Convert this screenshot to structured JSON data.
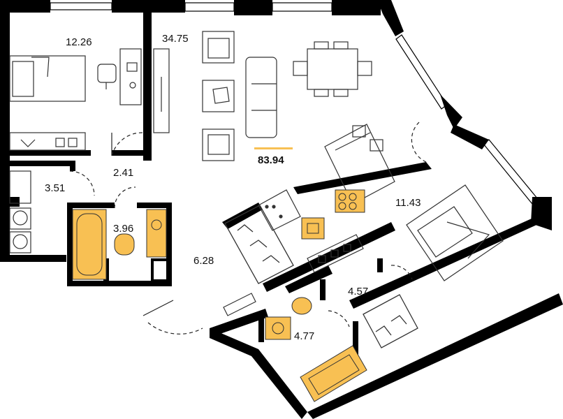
{
  "plan": {
    "total_area": "83.94",
    "colors": {
      "wall": "#000000",
      "fixture_fill": "#f8c053",
      "fixture_line": "#3a3a3a",
      "total_underline": "#f8c053"
    },
    "rooms": [
      {
        "id": "bedroom-small",
        "label": "12.26"
      },
      {
        "id": "living-room",
        "label": "34.75"
      },
      {
        "id": "hallway",
        "label": "2.41"
      },
      {
        "id": "laundry",
        "label": "3.51"
      },
      {
        "id": "bathroom-1",
        "label": "3.96"
      },
      {
        "id": "entrance-hall",
        "label": "6.28"
      },
      {
        "id": "bedroom-large",
        "label": "11.43"
      },
      {
        "id": "corridor",
        "label": "4.57"
      },
      {
        "id": "bathroom-2",
        "label": "4.77"
      }
    ],
    "furniture_icons": [
      "single-bed-icon",
      "desk-chair-icon",
      "laptop-icon",
      "tv-stand-icon",
      "armchair-icon",
      "sofa-icon",
      "coffee-table-icon",
      "dining-table-icon",
      "kitchen-counter-icon",
      "stove-icon",
      "sink-icon",
      "double-bed-icon",
      "bathtub-icon",
      "toilet-icon",
      "washbasin-icon",
      "washing-machine-icon",
      "wardrobe-hanger-icon",
      "door-swing-icon"
    ]
  }
}
